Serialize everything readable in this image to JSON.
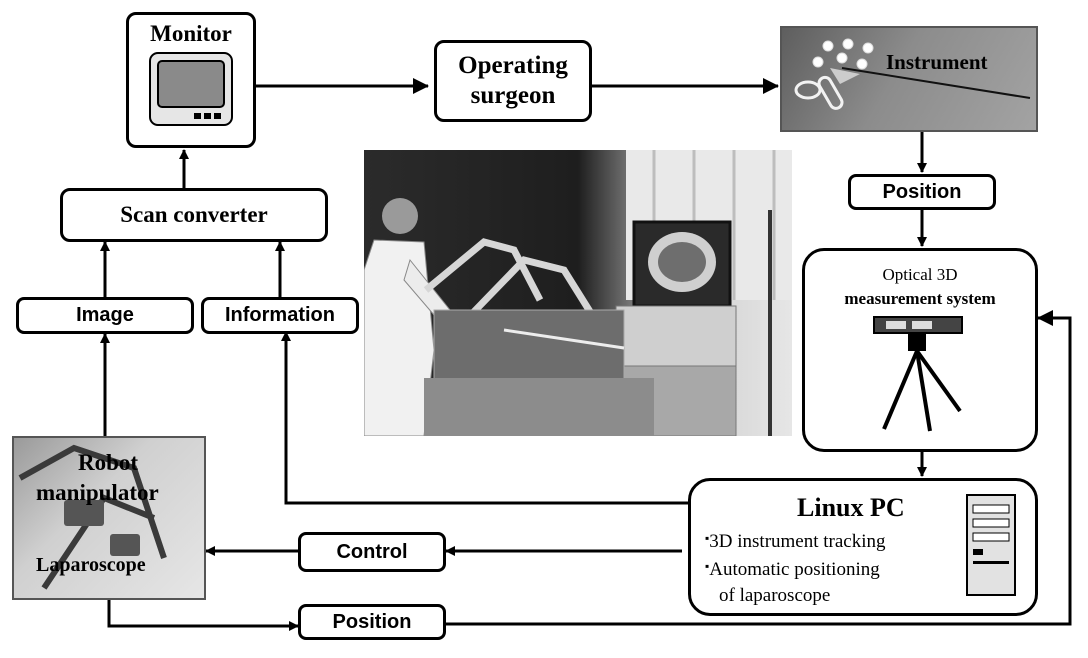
{
  "nodes": {
    "monitor": "Monitor",
    "operating_surgeon_line1": "Operating",
    "operating_surgeon_line2": "surgeon",
    "instrument": "Instrument",
    "position_top": "Position",
    "optical_line1": "Optical 3D",
    "optical_line2": "measurement system",
    "scan_converter": "Scan converter",
    "image": "Image",
    "information": "Information",
    "robot_line1": "Robot",
    "robot_line2": "manipulator",
    "laparoscope": "Laparoscope",
    "control": "Control",
    "position_bottom": "Position",
    "linux_pc": "Linux PC",
    "linux_item1": "3D instrument tracking",
    "linux_item2_line1": "Automatic positioning",
    "linux_item2_line2": "of laparoscope"
  },
  "colors": {
    "line": "#000000",
    "photo_dark": "#2b2b2b",
    "photo_mid": "#8a8a8a"
  }
}
